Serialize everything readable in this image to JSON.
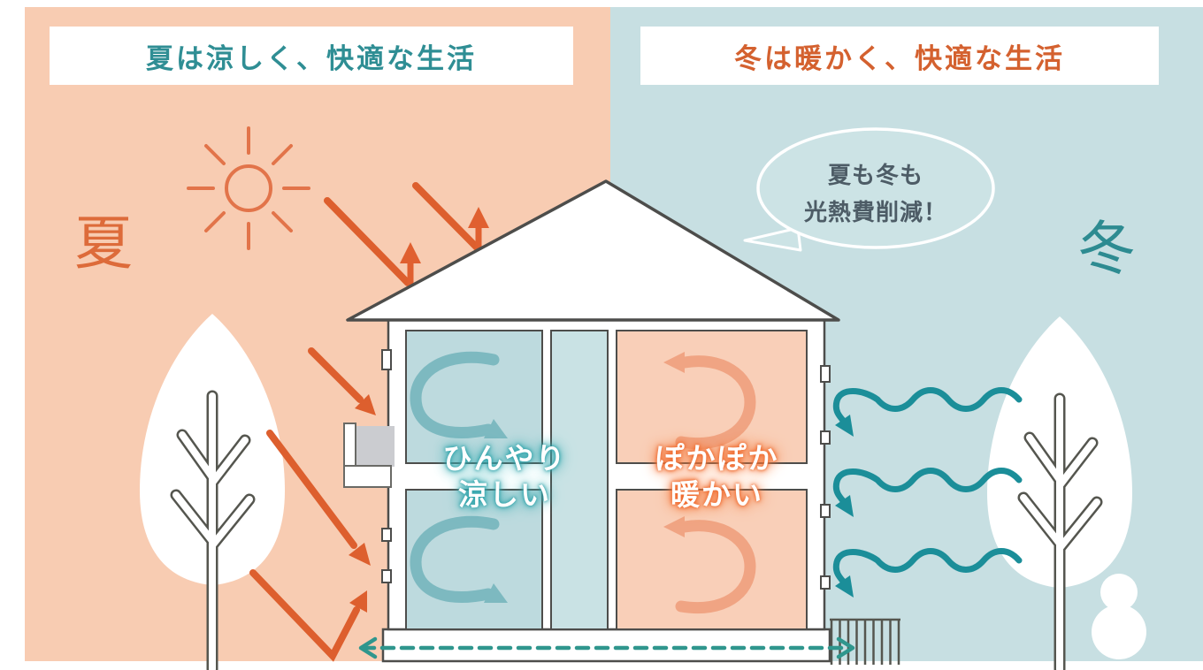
{
  "banners": {
    "summer": "夏は涼しく、快適な生活",
    "winter": "冬は暖かく、快適な生活"
  },
  "season_labels": {
    "summer": "夏",
    "winter": "冬"
  },
  "speech_bubble": {
    "line1": "夏も冬も",
    "line2": "光熱費削減！"
  },
  "room_labels": {
    "cool": {
      "line1": "ひんやり",
      "line2": "涼しい"
    },
    "warm": {
      "line1": "ぽかぽか",
      "line2": "暖かい"
    }
  },
  "scene": {
    "summer_icons": [
      "sun-icon",
      "tree-icon",
      "sunray-arrow-icons",
      "reflected-ray-icons"
    ],
    "winter_icons": [
      "tree-icon",
      "snowman-icon",
      "cold-wind-wave-icons"
    ],
    "house_icons": [
      "roof",
      "cool-room-circulation-arrows",
      "warm-room-circulation-arrows",
      "underfloor-airflow-dashed-arrow",
      "window-awning",
      "stairs-railing"
    ]
  },
  "colors": {
    "summer_bg": "#f8ccb2",
    "winter_bg": "#c7dfe2",
    "summer_accent": "#dd5f2e",
    "winter_accent": "#2d8b91",
    "outline": "#4d4d4b",
    "room_cool_fill": "#bddade",
    "room_warm_fill": "#f9cfb8",
    "stair_shaft_fill": "#c9e2e4",
    "cool_arrow": "#7db9c0",
    "warm_arrow": "#f0a483",
    "wind_wave": "#1b8e99",
    "dashed_airflow": "#2f968d",
    "bubble_fill": "#cce3e5",
    "bubble_text": "#4d5c66",
    "awning_gray": "#cbccd0"
  }
}
